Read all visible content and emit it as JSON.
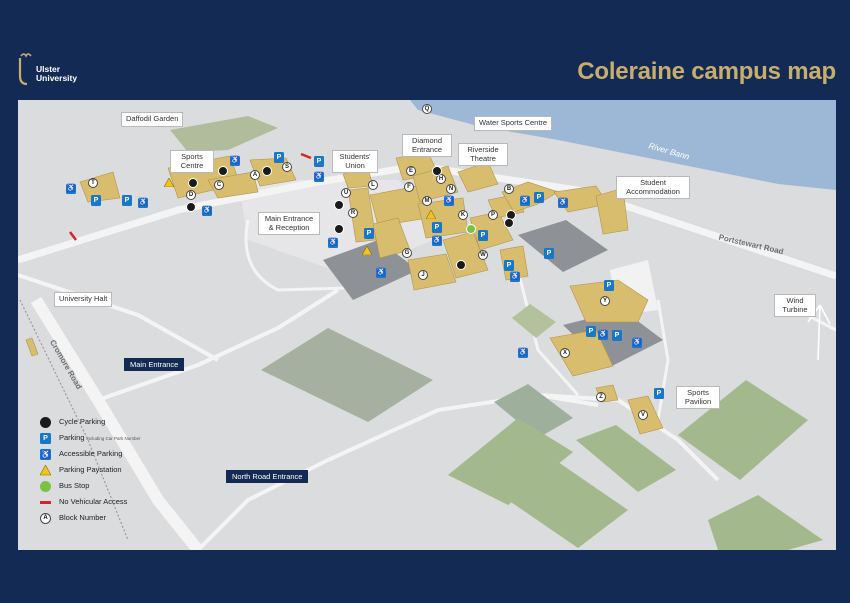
{
  "brand": {
    "logo_line1": "Ulster",
    "logo_line2": "University"
  },
  "title": "Coleraine campus map",
  "map": {
    "labels": {
      "daffodil_garden": "Daffodil Garden",
      "water_sports_centre": "Water Sports Centre",
      "sports_centre": "Sports Centre",
      "students_union": "Students' Union",
      "diamond_entrance": "Diamond Entrance",
      "riverside_theatre": "Riverside Theatre",
      "student_accommodation": "Student Accommodation",
      "main_entrance_reception": "Main Entrance & Reception",
      "university_halt": "University Halt",
      "wind_turbine": "Wind Turbine",
      "sports_pavilion": "Sports Pavilion"
    },
    "entrances": {
      "main": "Main Entrance",
      "north_road": "North Road Entrance"
    },
    "roads": {
      "cromore": "Cromore Road",
      "portstewart": "Portstewart Road"
    },
    "river": "River Bann",
    "block_letters": [
      "T",
      "D",
      "C",
      "A",
      "S",
      "R",
      "U",
      "L",
      "G",
      "E",
      "F",
      "N",
      "M",
      "H",
      "K",
      "P",
      "W",
      "B",
      "J",
      "Y",
      "X",
      "Q",
      "Z",
      "V"
    ]
  },
  "legend": {
    "cycle_parking": "Cycle Parking",
    "parking": "Parking",
    "parking_note": "including Car Park Number",
    "accessible_parking": "Accessible Parking",
    "parking_paystation": "Parking Paystation",
    "bus_stop": "Bus Stop",
    "no_vehicular_access": "No Vehicular Access",
    "block_number": "Block Number",
    "block_number_symbol": "A"
  },
  "colors": {
    "background": "#132a55",
    "title_gold": "#c8ad6d",
    "building": "#d9bd6e",
    "pitch_green": "#a4b88e",
    "river": "#9db8d6",
    "parking_blue": "#1976c8",
    "no_access_red": "#d3242d"
  },
  "icons": {
    "cycle": "bicycle-icon",
    "parking": "parking-icon",
    "accessible": "wheelchair-icon",
    "paystation": "warning-triangle-icon",
    "bus": "bus-icon"
  }
}
